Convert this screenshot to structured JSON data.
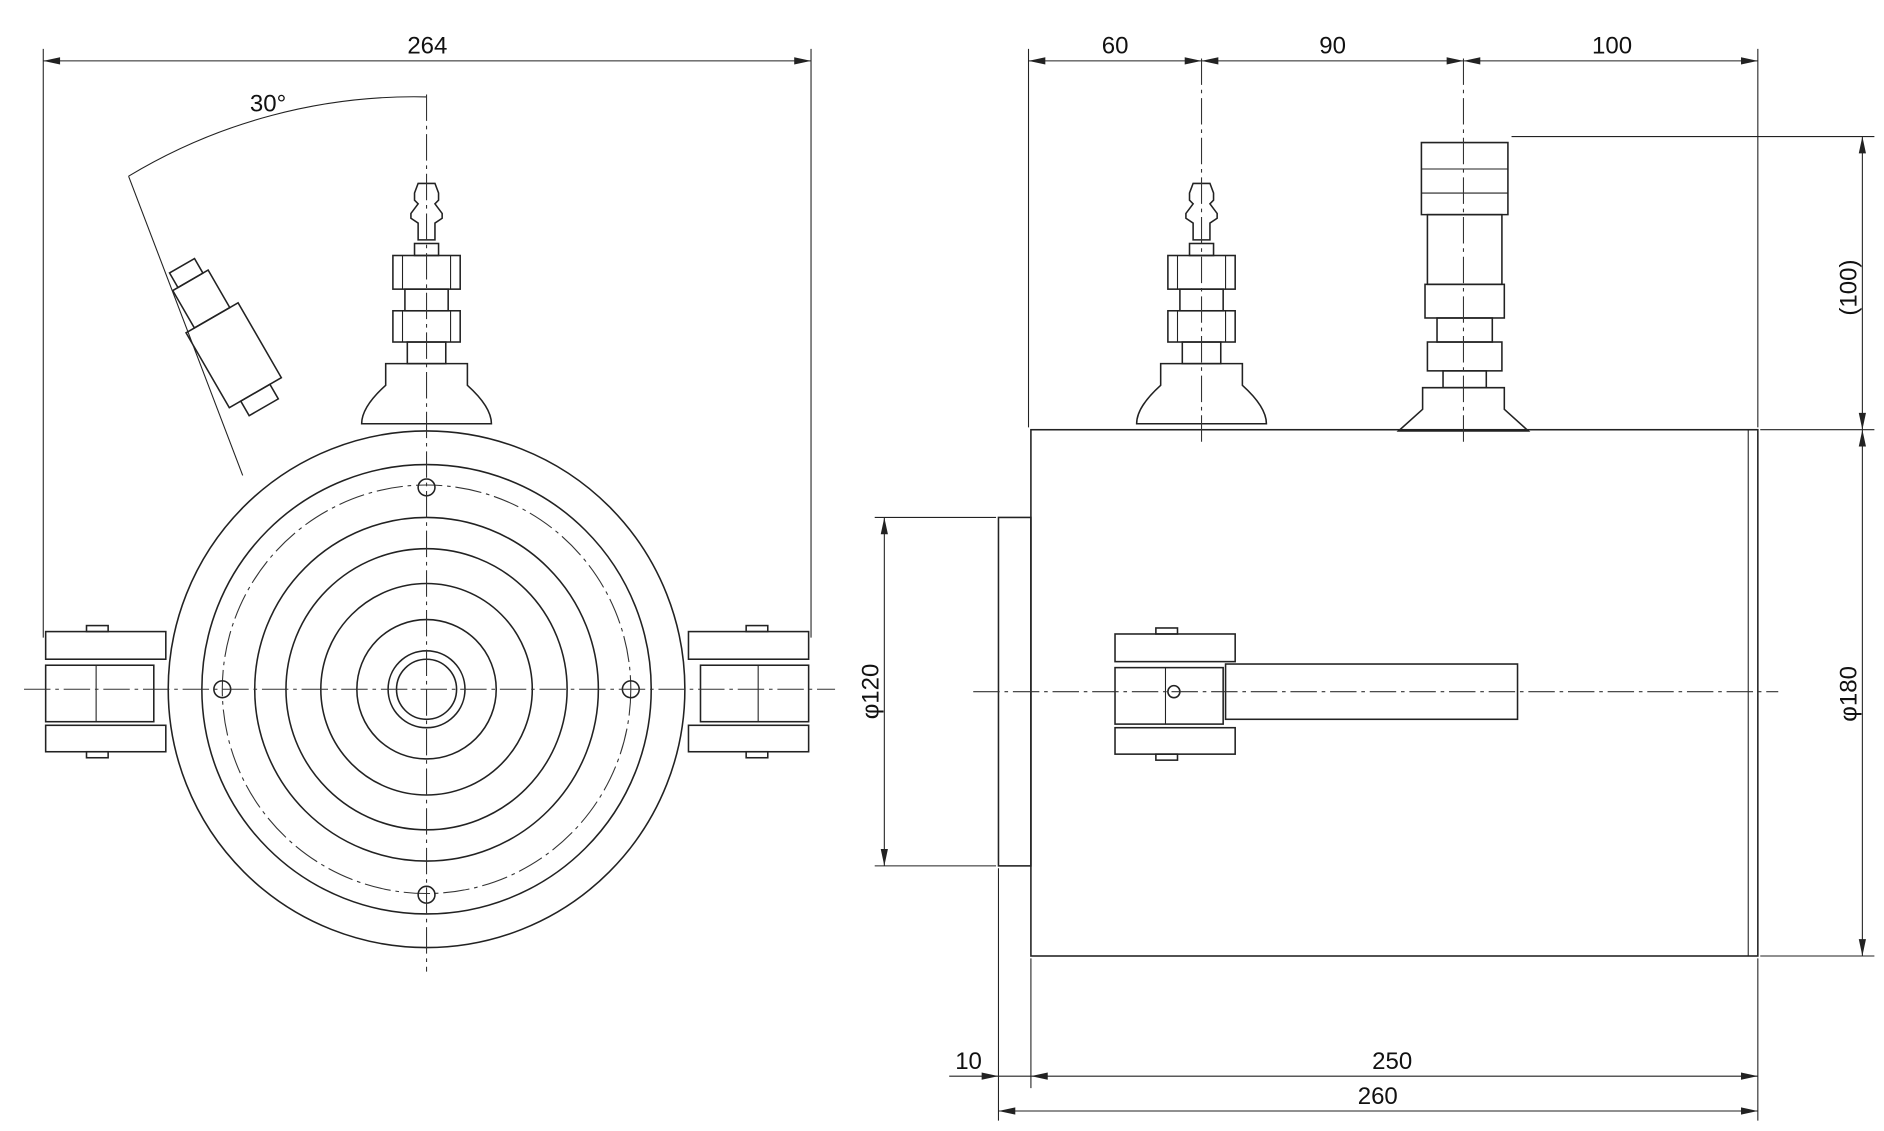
{
  "drawing": {
    "front_view": {
      "overall_width": "264",
      "angle": "30°"
    },
    "side_view": {
      "dim_a": "60",
      "dim_b": "90",
      "dim_c": "100",
      "height_ref": "(100)",
      "flange_dia": "φ120",
      "body_dia": "φ180",
      "flange_len": "10",
      "body_len": "250",
      "total_len": "260"
    }
  }
}
